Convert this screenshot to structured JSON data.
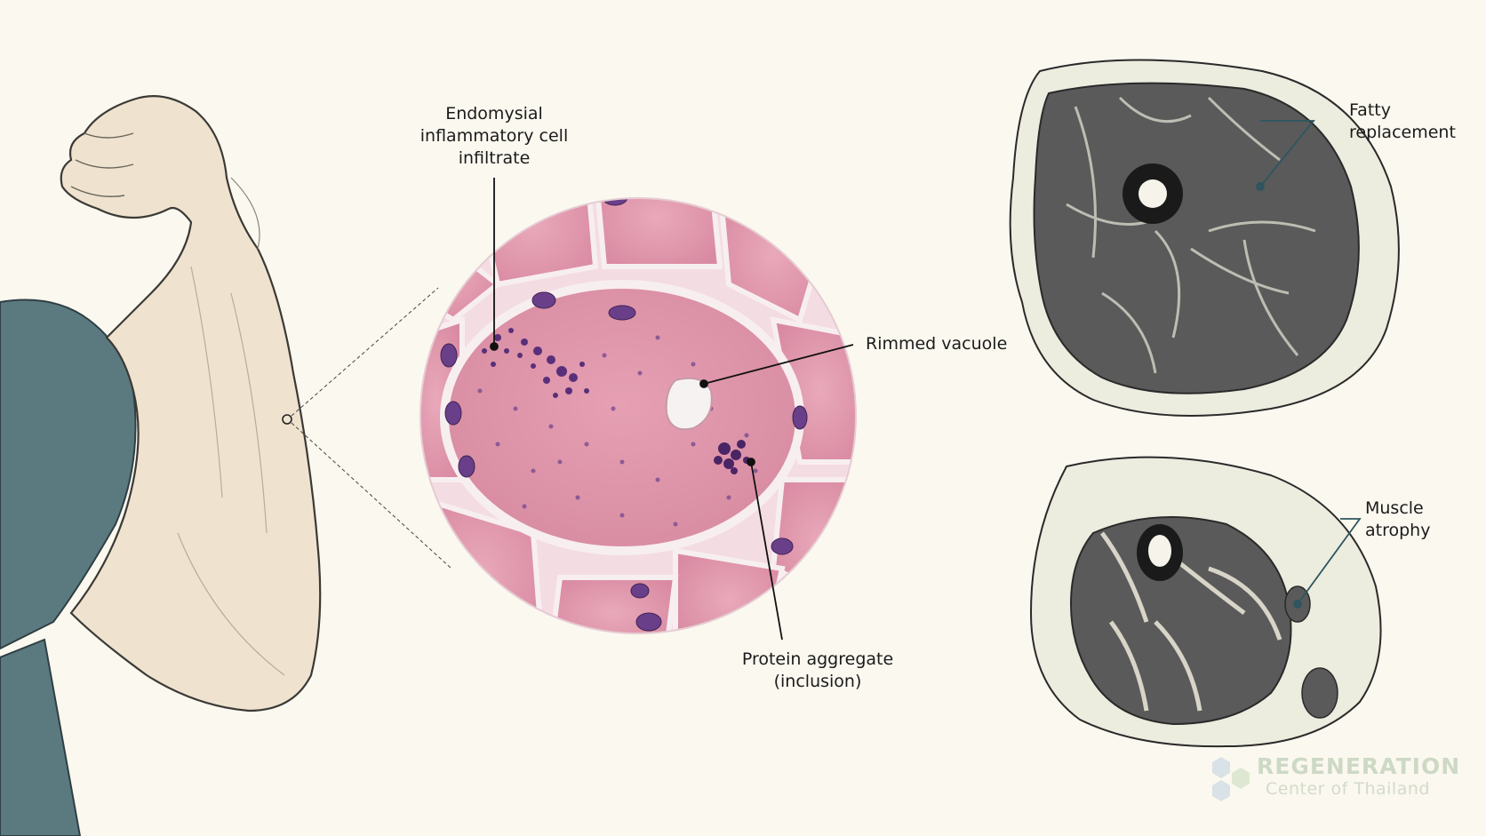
{
  "labels": {
    "endomysial": [
      "Endomysial",
      "inflammatory cell",
      "infiltrate"
    ],
    "rimmed_vacuole": "Rimmed vacuole",
    "protein_aggregate": [
      "Protein aggregate",
      "(inclusion)"
    ],
    "fatty_replacement": [
      "Fatty",
      "replacement"
    ],
    "muscle_atrophy": [
      "Muscle",
      "atrophy"
    ]
  },
  "watermark": {
    "line1": "REGENERATION",
    "line2": "Center of Thailand"
  },
  "colors": {
    "background": "#fbf8ef",
    "muscle_pink": "#e6a3b5",
    "nuclei_purple": "#6a3f8a",
    "ct_muscle_gray": "#5a5a5a",
    "ct_fat": "#ececdf",
    "skin": "#efe3cf",
    "shirt": "#5b7a80",
    "leader_teal": "#2e5560"
  }
}
